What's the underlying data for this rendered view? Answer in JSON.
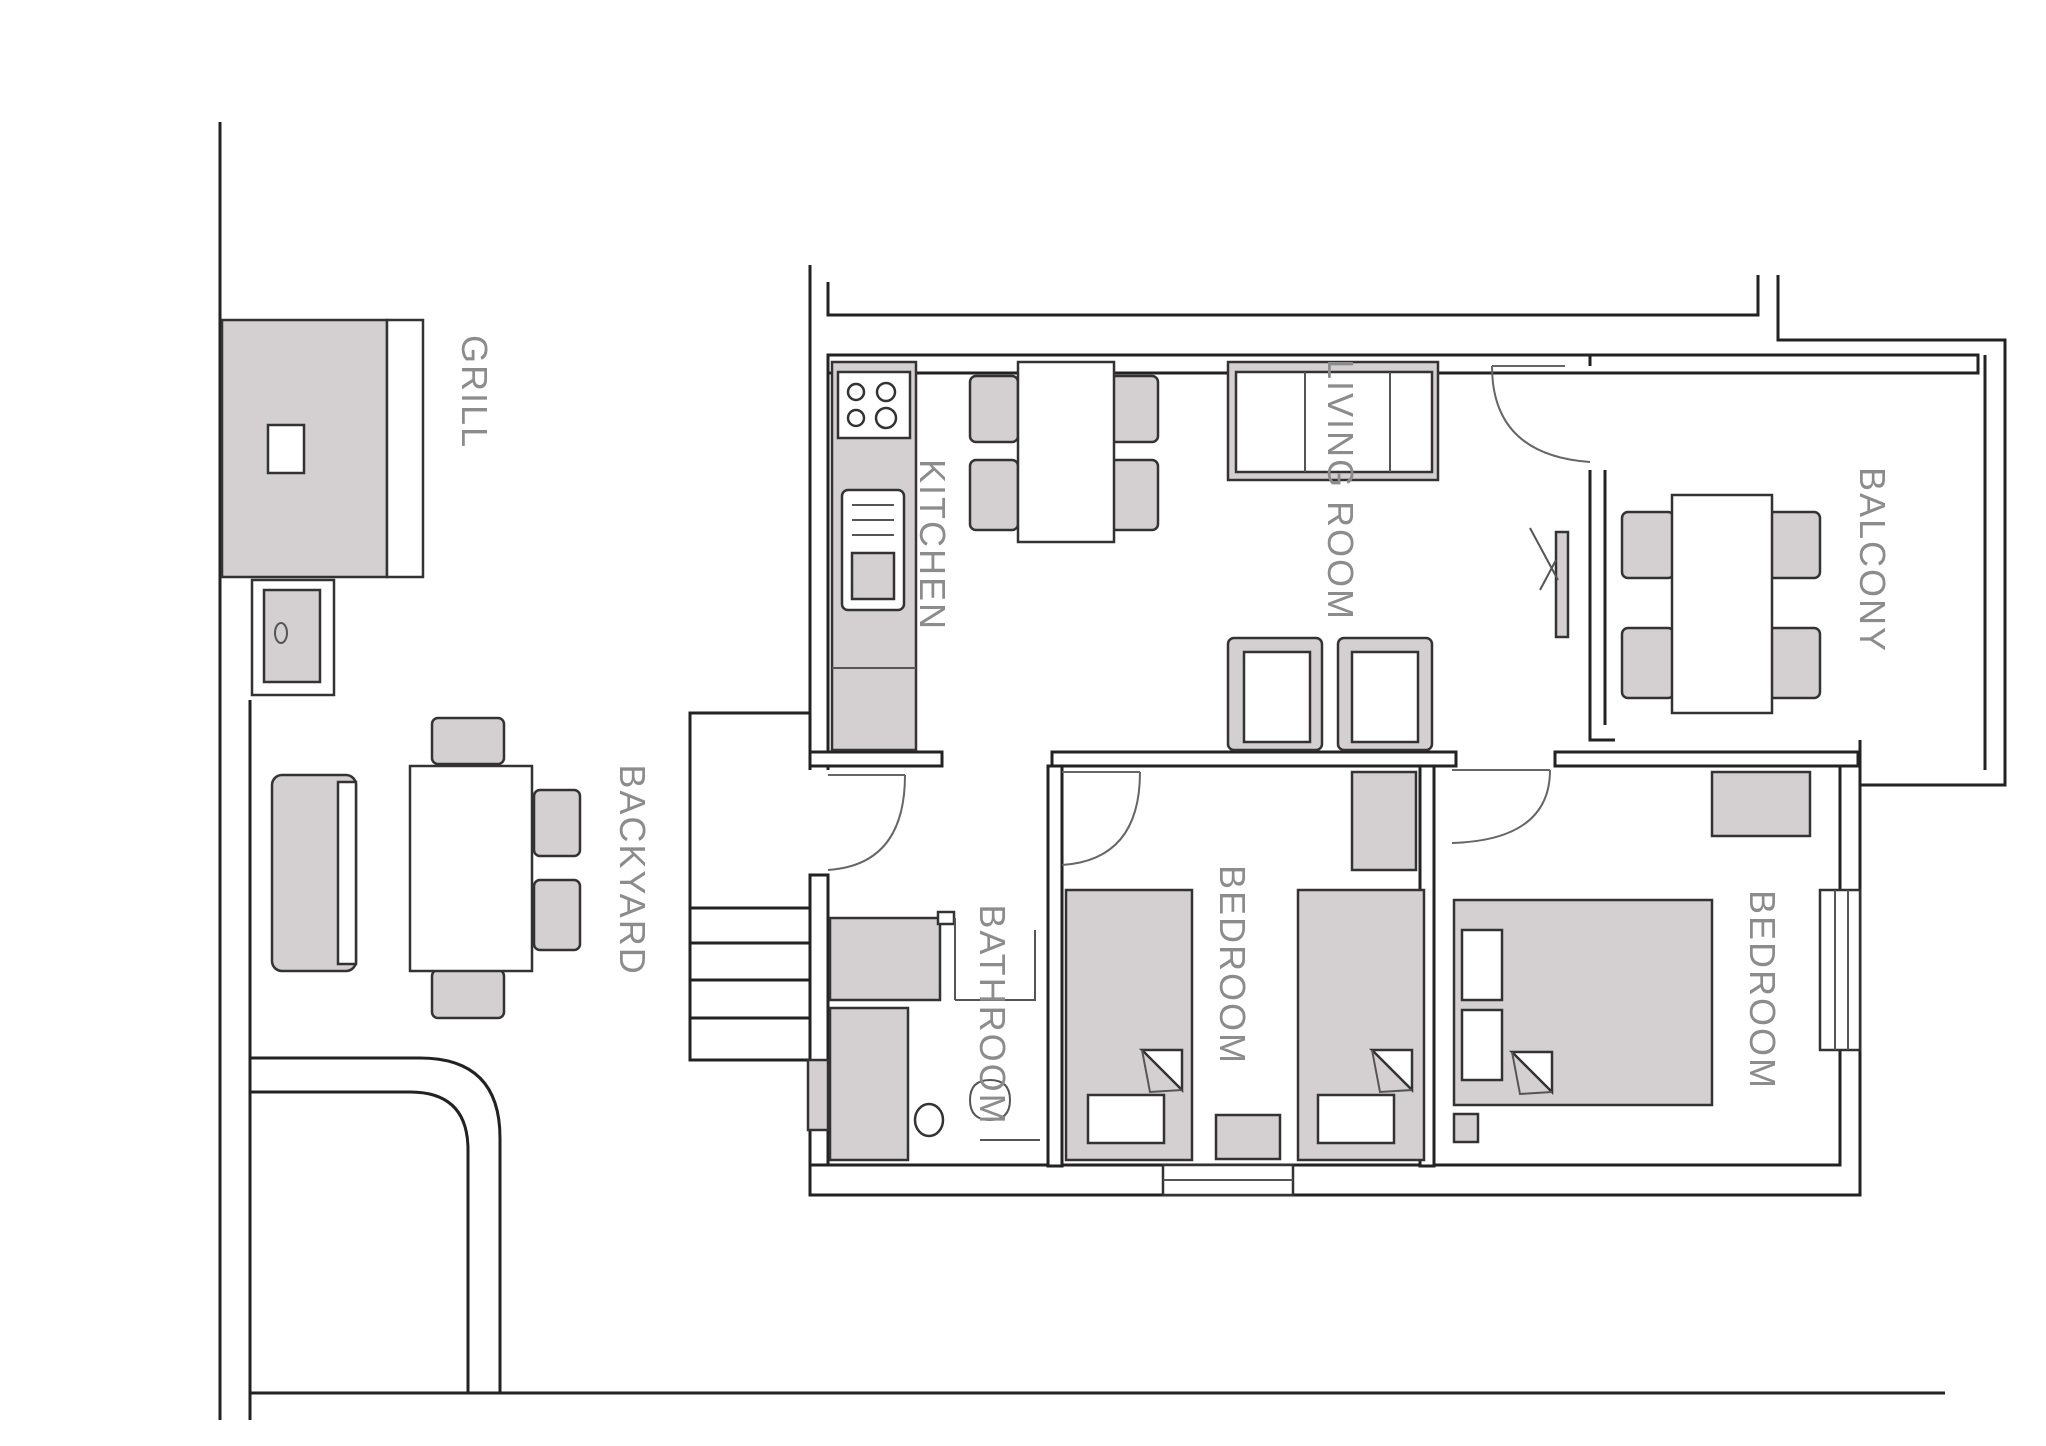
{
  "rooms": {
    "grill": "GRILL",
    "kitchen": "KITCHEN",
    "living_room": "LIVING ROOM",
    "balcony": "BALCONY",
    "backyard": "BACKYARD",
    "bathroom": "BATHROOM",
    "bedroom_1": "BEDROOM",
    "bedroom_2": "BEDROOM"
  },
  "colors": {
    "wall": "#222222",
    "furniture_fill": "#d4d0d1",
    "label": "#8c8c8c",
    "background": "#ffffff"
  }
}
